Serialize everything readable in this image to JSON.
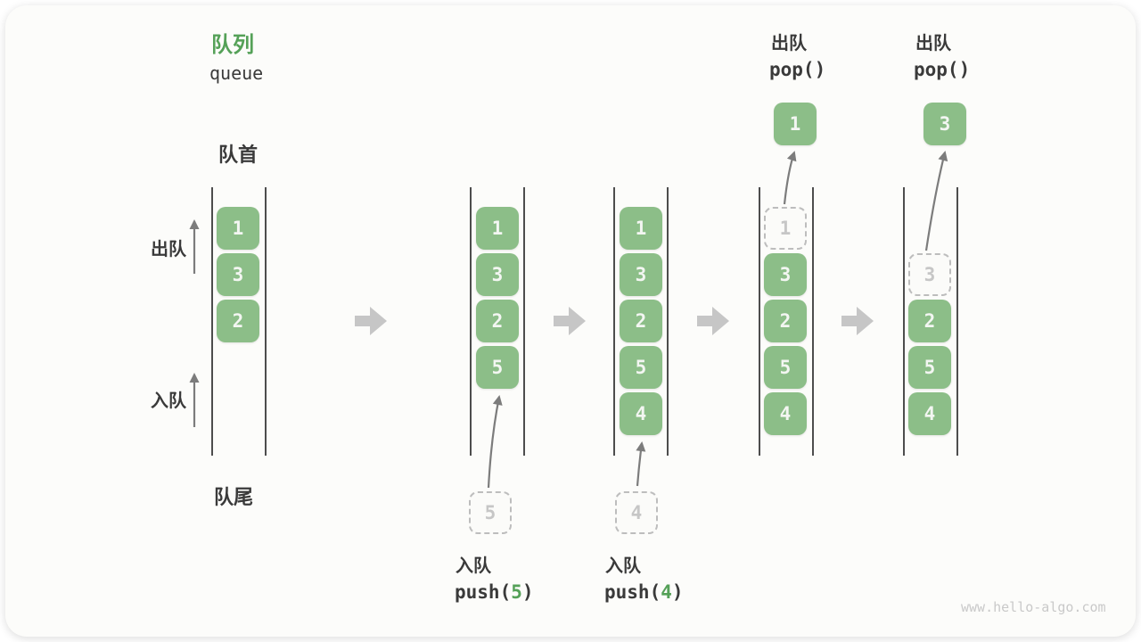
{
  "title": {
    "zh": "队列",
    "en": "queue"
  },
  "labels": {
    "front": "队首",
    "rear": "队尾",
    "dequeue_side": "出队",
    "enqueue_side": "入队"
  },
  "watermark": "www.hello-algo.com",
  "colors": {
    "box_green": "#8cbe88",
    "box_text": "#f3f6f2",
    "accent_green": "#55a158",
    "text_dark": "#3a3a3a",
    "dashed_border": "#bdbdbd",
    "dashed_text": "#c6c6c6",
    "thin_arrow": "#7c7c7c",
    "block_arrow": "#c6c6c6",
    "queue_line": "#4d4d4d",
    "canvas_bg": "#fcfcfa"
  },
  "states": [
    {
      "name": "initial",
      "cells": [
        {
          "value": "1"
        },
        {
          "value": "3"
        },
        {
          "value": "2"
        }
      ]
    },
    {
      "name": "after-push-5",
      "cells": [
        {
          "value": "1"
        },
        {
          "value": "3"
        },
        {
          "value": "2"
        },
        {
          "value": "5"
        }
      ],
      "staging_value": "5",
      "op": {
        "zh": "入队",
        "fn": "push(",
        "arg": "5",
        "close": ")"
      }
    },
    {
      "name": "after-push-4",
      "cells": [
        {
          "value": "1"
        },
        {
          "value": "3"
        },
        {
          "value": "2"
        },
        {
          "value": "5"
        },
        {
          "value": "4"
        }
      ],
      "staging_value": "4",
      "op": {
        "zh": "入队",
        "fn": "push(",
        "arg": "4",
        "close": ")"
      }
    },
    {
      "name": "after-pop-1",
      "ghost_value": "1",
      "cells": [
        {
          "value": "3"
        },
        {
          "value": "2"
        },
        {
          "value": "5"
        },
        {
          "value": "4"
        }
      ],
      "popped_value": "1",
      "op": {
        "zh": "出队",
        "code": "pop()"
      }
    },
    {
      "name": "after-pop-3",
      "ghost_value": "3",
      "cells": [
        {
          "value": "2"
        },
        {
          "value": "5"
        },
        {
          "value": "4"
        }
      ],
      "popped_value": "3",
      "op": {
        "zh": "出队",
        "code": "pop()"
      }
    }
  ]
}
